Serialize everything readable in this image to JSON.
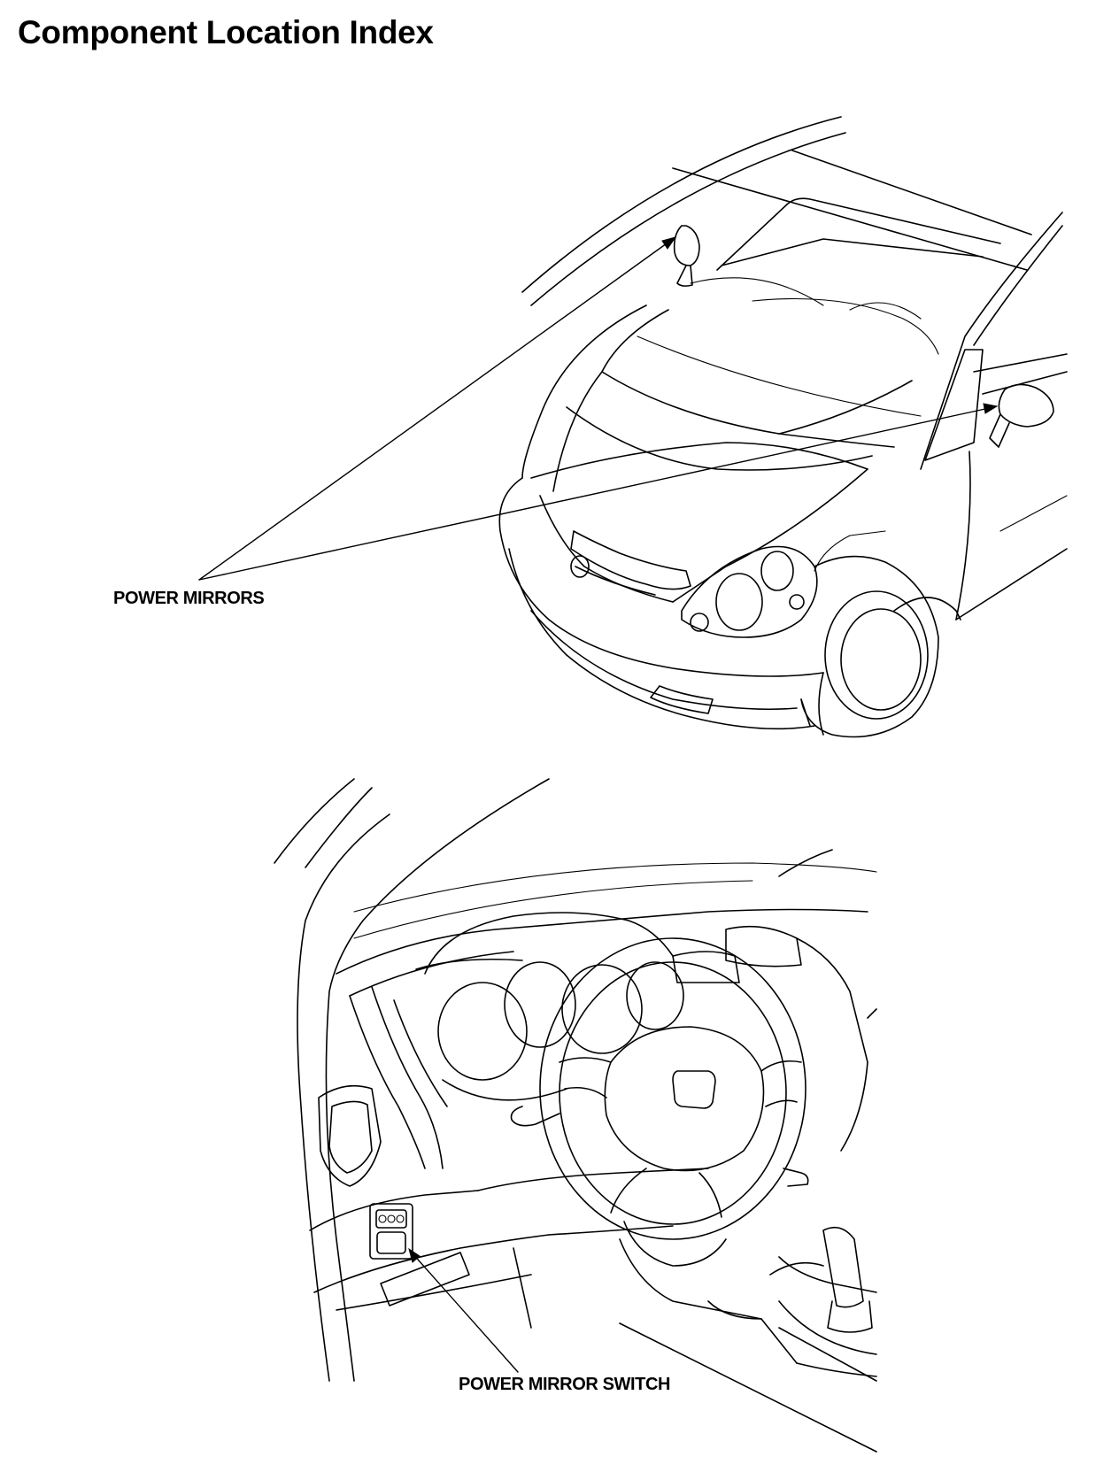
{
  "page": {
    "title": "Component Location Index"
  },
  "callouts": {
    "power_mirrors": "POWER MIRRORS",
    "power_mirror_switch": "POWER MIRROR SWITCH"
  }
}
